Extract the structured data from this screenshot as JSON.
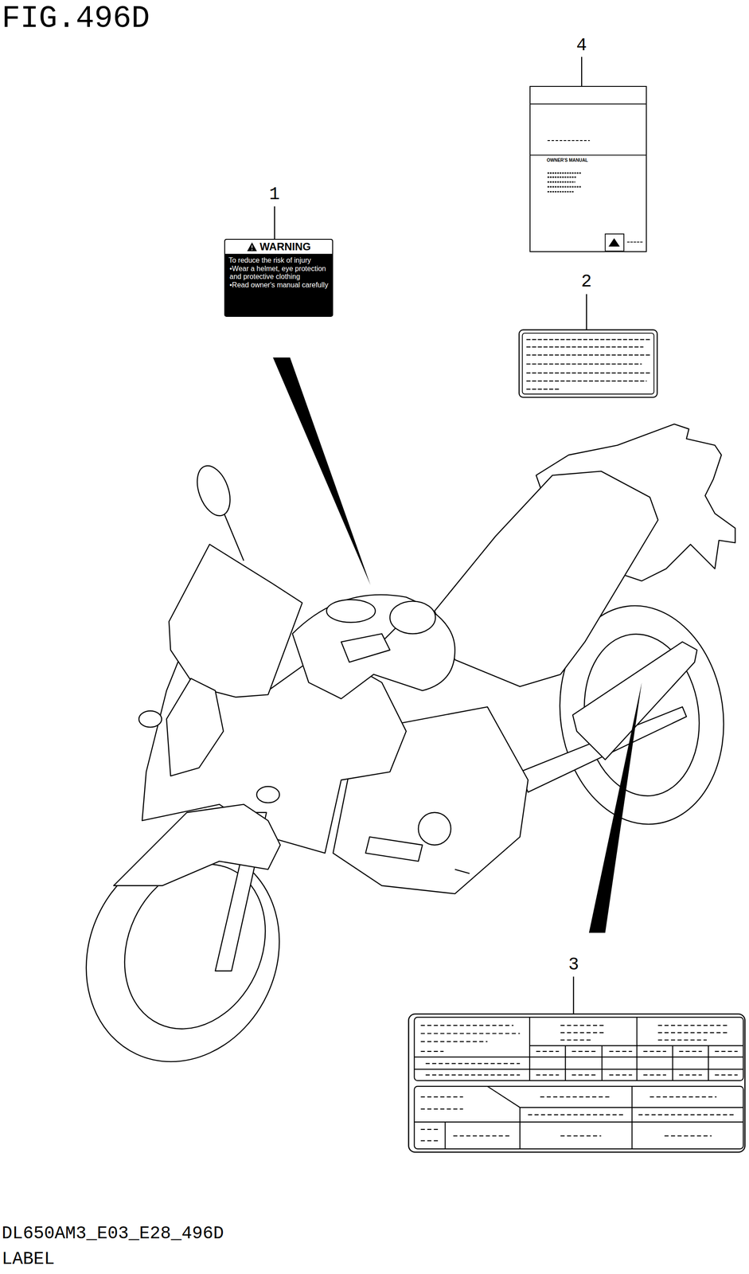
{
  "diagram": {
    "title": "FIG.496D",
    "nodes": [
      {
        "text": [
          "OWNER'S MANUAL"
        ]
      },
      {
        "text": [
          "WARNING",
          "To reduce the risk of injury",
          "•Wear a helmet, eye protection and protective clothing",
          "•Read owner's manual carefully"
        ]
      }
    ],
    "labels": [
      "4",
      "1",
      "2",
      "3",
      "DL650AM3_E03_E28_496D",
      "LABEL"
    ]
  }
}
